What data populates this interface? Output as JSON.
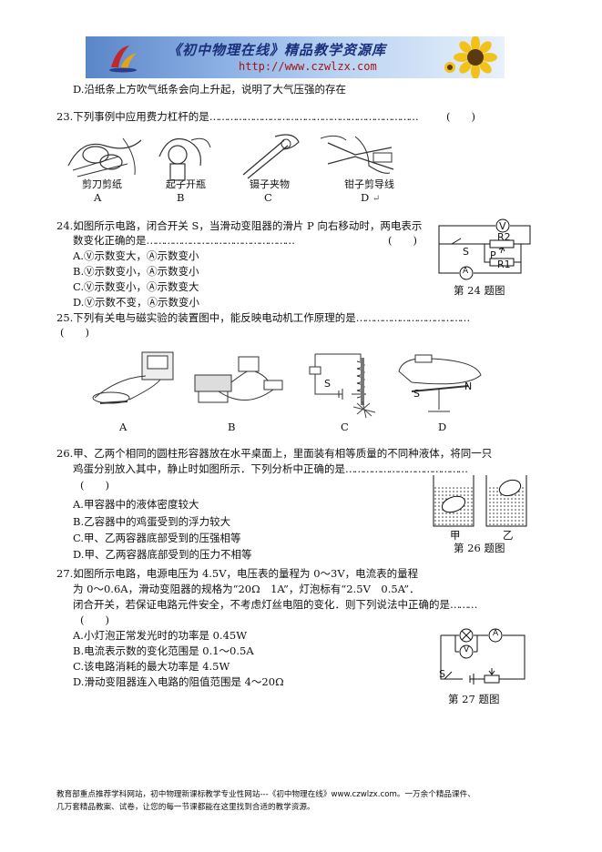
{
  "banner": {
    "title": "《初中物理在线》精品教学资源库",
    "url": "http://www.czwlzx.com"
  },
  "q22": {
    "option_d": "D.沿纸条上方吹气纸条会向上升起，说明了大气压强的存在"
  },
  "q23": {
    "stem": "23.下列事例中应用费力杠杆的是",
    "dots": "………………………………………………………………",
    "blank": "(　　)",
    "captions": [
      "剪刀剪纸",
      "起子开瓶",
      "镊子夹物",
      "钳子剪导线"
    ],
    "letters": [
      "A",
      "B",
      "C",
      "D"
    ],
    "return_mark": "↵"
  },
  "q24": {
    "stem1": "24.如图所示电路，闭合开关 S，当滑动变阻器的滑片 P 向右移动时，两电表示",
    "stem2": "数变化正确的是",
    "dots": "……………………………………………",
    "blank": "(　　)",
    "options": [
      "A.Ⓥ示数变大，Ⓐ示数变小",
      "B.Ⓥ示数变小，Ⓐ示数变小",
      "C.Ⓥ示数变小，Ⓐ示数变大",
      "D.Ⓥ示数不变，Ⓐ示数变小"
    ],
    "fig_caption": "第 24 题图",
    "fig_labels": {
      "v": "V",
      "s": "S",
      "r2": "R2",
      "p": "P",
      "r1": "R1",
      "a": "A"
    }
  },
  "q25": {
    "stem": "25.下列有关电与磁实验的装置图中，能反映电动机工作原理的是",
    "dots": "…………………………………",
    "blank": "(　　)",
    "letters": [
      "A",
      "B",
      "C",
      "D"
    ],
    "fig_labels": {
      "s": "S",
      "n": "N"
    }
  },
  "q26": {
    "stem1": "26.甲、乙两个相同的圆柱形容器放在水平桌面上，里面装有相等质量的不同种液体，将同一只",
    "stem2": "鸡蛋分别放入其中，静止时如图所示．下列分析中正确的是",
    "dots": "……………………………………",
    "blank": "(　　)",
    "options": [
      "A.甲容器中的液体密度较大",
      "B.乙容器中的鸡蛋受到的浮力较大",
      "C.甲、乙两容器底部受到的压强相等",
      "D.甲、乙两容器底部受到的压力不相等"
    ],
    "container_labels": [
      "甲",
      "乙"
    ],
    "fig_caption": "第 26 题图"
  },
  "q27": {
    "stem1": "27.如图所示电路，电源电压为 4.5V，电压表的量程为 0～3V，电流表的量程",
    "stem2": "为 0～0.6A，滑动变阻器的规格为“20Ω　1A”，灯泡标有“2.5V　0.5A”．",
    "stem3": "闭合开关，若保证电路元件安全，不考虑灯丝电阻的变化．则下列说法中正确的是",
    "dots": "………",
    "blank": "(　　)",
    "options": [
      "A.小灯泡正常发光时的功率是 0.45W",
      "B.电流表示数的变化范围是 0.1～0.5A",
      "C.该电路消耗的最大功率是 4.5W",
      "D.滑动变阻器连入电路的阻值范围是 4～20Ω"
    ],
    "fig_caption": "第 27 题图",
    "fig_labels": {
      "a": "A",
      "v": "V",
      "s": "S"
    }
  },
  "footer": {
    "line1": "教育部重点推荐学科网站，初中物理新课标教学专业性网站---《初中物理在线》www.czwlzx.com。一万余个精品课件、",
    "line2": "几万套精品教案、试卷，让您的每一节课都能在这里找到合适的教学资源。"
  }
}
